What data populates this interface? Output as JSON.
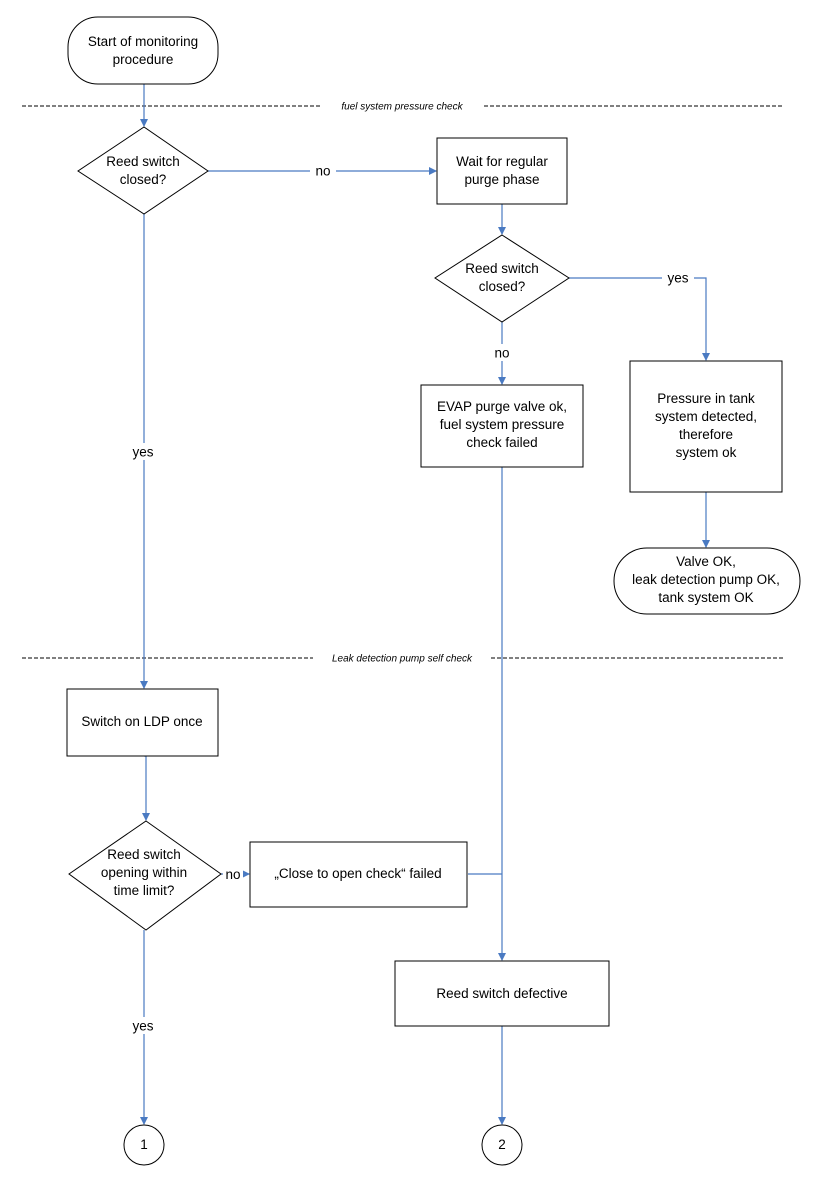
{
  "sections": {
    "fuel": "fuel system pressure check",
    "ldp": "Leak detection pump self check"
  },
  "nodes": {
    "start": [
      "Start of monitoring",
      "procedure"
    ],
    "reed1": [
      "Reed switch",
      "closed?"
    ],
    "wait": [
      "Wait for regular",
      "purge phase"
    ],
    "reed2": [
      "Reed switch",
      "closed?"
    ],
    "evap": [
      "EVAP purge valve ok,",
      "fuel system pressure",
      "check failed"
    ],
    "pressure": [
      "Pressure in tank",
      "system detected,",
      "therefore",
      "system ok"
    ],
    "valveok": [
      "Valve OK,",
      "leak detection pump OK,",
      "tank system OK"
    ],
    "ldp": [
      "Switch on LDP once"
    ],
    "reed3": [
      "Reed switch",
      "opening within",
      "time limit?"
    ],
    "close": [
      "„Close to open check“ failed"
    ],
    "defect": [
      "Reed switch defective"
    ],
    "conn1": [
      "1"
    ],
    "conn2": [
      "2"
    ]
  },
  "edge_labels": {
    "reed1_no": "no",
    "reed2_yes": "yes",
    "reed2_no": "no",
    "reed1_yes": "yes",
    "reed3_no": "no",
    "reed3_yes": "yes"
  }
}
